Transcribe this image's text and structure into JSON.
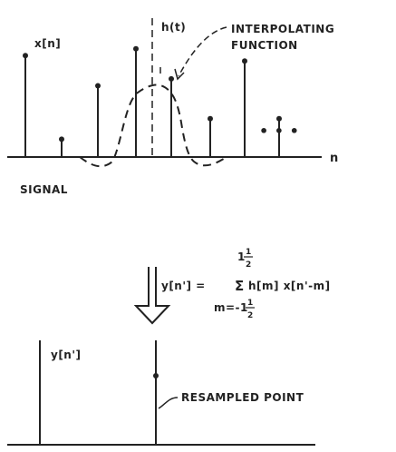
{
  "top_panel": {
    "signal_label": "x[n]",
    "kernel_label": "h(t)",
    "interp_label_line1": "INTERPOLATING",
    "interp_label_line2": "FUNCTION",
    "axis_label": "n",
    "ellipsis": "• • •",
    "caption": "SIGNAL",
    "samples": [
      {
        "n": -4,
        "value": 0.74
      },
      {
        "n": -3,
        "value": 0.13
      },
      {
        "n": -2,
        "value": 0.52
      },
      {
        "n": -1,
        "value": 0.79
      },
      {
        "n": 0,
        "value": 0.57
      },
      {
        "n": 1,
        "value": 0.28
      },
      {
        "n": 2,
        "value": 0.7
      },
      {
        "n": 3,
        "value": 0.28
      }
    ]
  },
  "formula": {
    "lhs": "y[n'] =",
    "sigma": "Σ",
    "rhs": "h[m] x[n'-m]",
    "upper_limit_whole": "1",
    "upper_limit_frac_num": "1",
    "upper_limit_frac_den": "2",
    "lower_limit_prefix": "m=-1",
    "lower_limit_frac_num": "1",
    "lower_limit_frac_den": "2"
  },
  "bottom_panel": {
    "output_label": "y[n']",
    "resampled_label": "RESAMPLED POINT"
  }
}
